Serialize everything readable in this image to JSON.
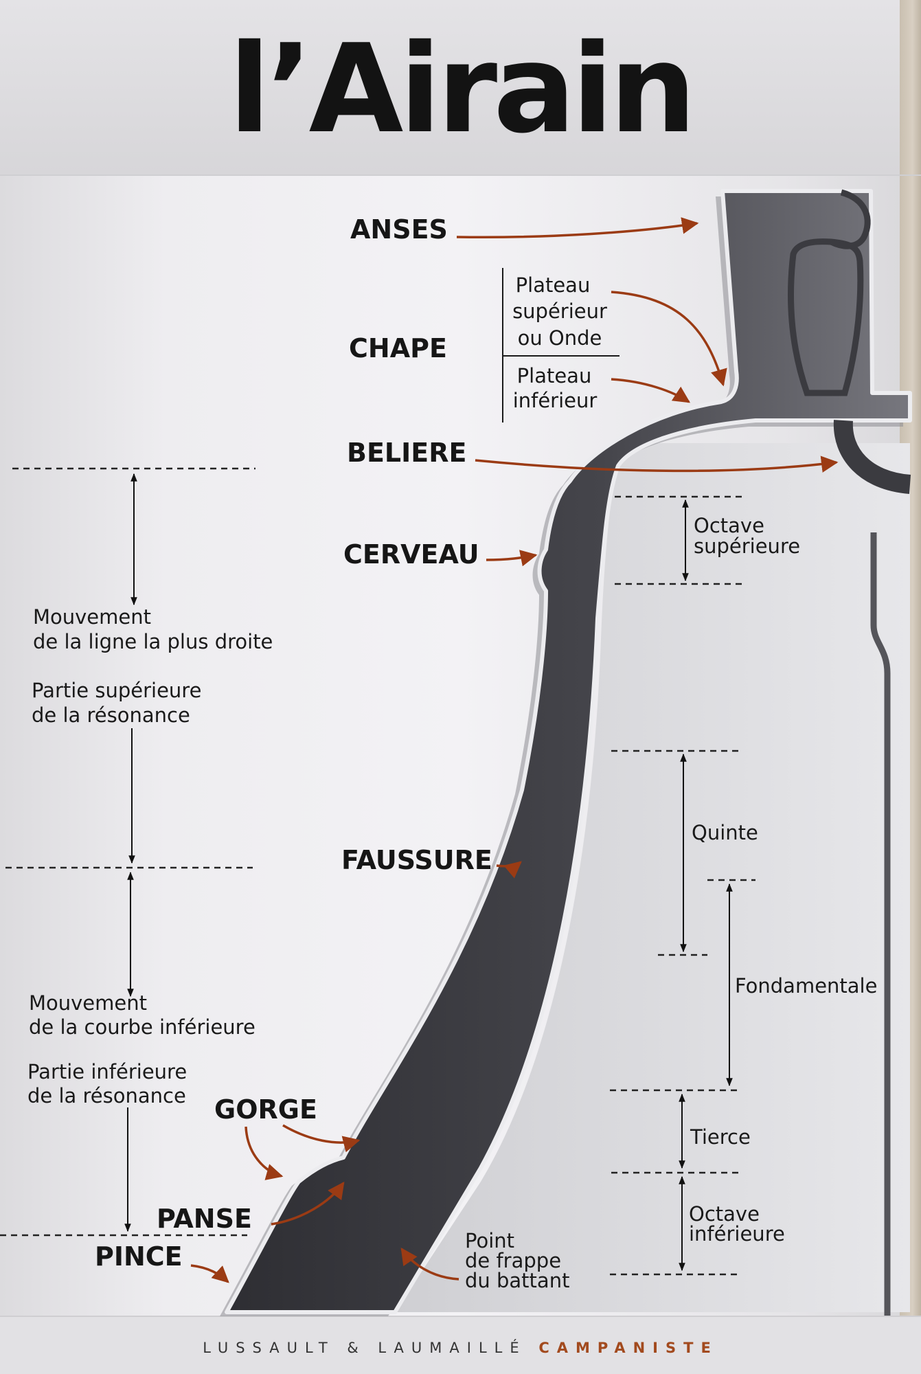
{
  "title": "l’Airain",
  "footer": {
    "left": "LUSSAULT & LAUMAILLÉ",
    "accent": "CAMPANISTE"
  },
  "colors": {
    "arrow": "#9b3b14",
    "bell_dark": "#3a3a3f",
    "bell_mid": "#6e6e74",
    "text": "#161616"
  },
  "parts": {
    "anses": "ANSES",
    "chape": "CHAPE",
    "beliere": "BELIERE",
    "cerveau": "CERVEAU",
    "faussure": "FAUSSURE",
    "gorge": "GORGE",
    "panse": "PANSE",
    "pince": "PINCE"
  },
  "chape_details": {
    "plateau_superieur": [
      "Plateau",
      "supérieur",
      "ou Onde"
    ],
    "plateau_inferieur": [
      "Plateau",
      "inférieur"
    ]
  },
  "left_notes": {
    "mouvement_droite": [
      "Mouvement",
      "de la ligne la plus droite"
    ],
    "partie_superieure": [
      "Partie supérieure",
      "de la résonance"
    ],
    "mouvement_courbe": [
      "Mouvement",
      "de la courbe inférieure"
    ],
    "partie_inferieure": [
      "Partie inférieure",
      "de la résonance"
    ]
  },
  "tones": {
    "octave_superieure": [
      "Octave",
      "supérieure"
    ],
    "quinte": [
      "Quinte"
    ],
    "fondamentale": [
      "Fondamentale"
    ],
    "tierce": [
      "Tierce"
    ],
    "octave_inferieure": [
      "Octave",
      "inférieure"
    ]
  },
  "point_de_frappe": [
    "Point",
    "de frappe",
    "du battant"
  ]
}
